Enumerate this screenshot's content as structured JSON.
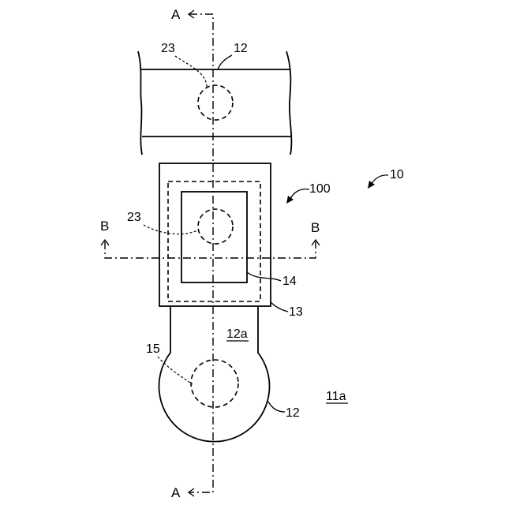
{
  "labels": {
    "section_a_top": "A",
    "section_a_bottom": "A",
    "section_b_left": "B",
    "section_b_right": "B",
    "ref_23_top": "23",
    "ref_12_top": "12",
    "ref_23_middle": "23",
    "ref_100": "100",
    "ref_10": "10",
    "ref_14": "14",
    "ref_13": "13",
    "ref_12a": "12a",
    "ref_15": "15",
    "ref_11a": "11a",
    "ref_12_bottom": "12"
  }
}
